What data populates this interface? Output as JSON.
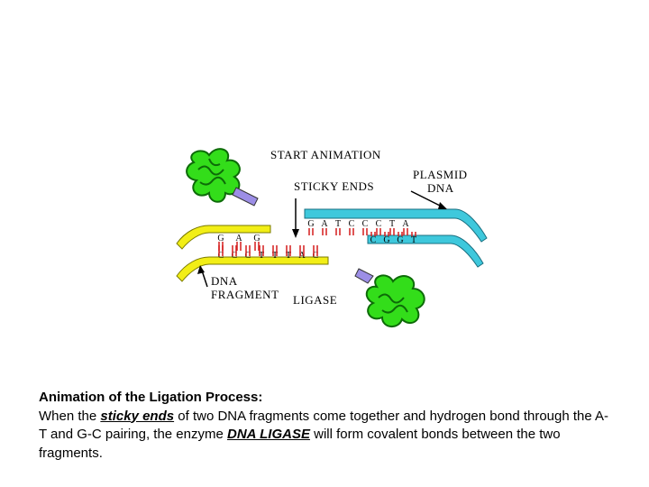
{
  "diagram": {
    "start_label": "START ANIMATION",
    "sticky_label": "STICKY ENDS",
    "plasmid_label_line1": "PLASMID",
    "plasmid_label_line2": "DNA",
    "fragment_label_line1": "DNA",
    "fragment_label_line2": "FRAGMENT",
    "ligase_label": "LIGASE",
    "plasmid_top_bases": [
      "G",
      "A",
      "T",
      "C",
      "C",
      "C",
      "T",
      "A"
    ],
    "plasmid_bottom_bases": [
      "C",
      "G",
      "G",
      "T"
    ],
    "fragment_top_bases": [
      "G",
      "A",
      "G"
    ],
    "fragment_bottom_bases": [
      "C",
      "C",
      "C",
      "T",
      "T",
      "T",
      "A",
      "C"
    ],
    "colors": {
      "plasmid": "#3ec8dc",
      "fragment": "#f2ee16",
      "enzyme": "#33dd1a",
      "bond": "#d41c1c",
      "probe": "#9c8ee6"
    }
  },
  "caption": {
    "title": "Animation of the Ligation Process:",
    "part1": " When the ",
    "sticky": "sticky ends",
    "part2": " of two DNA fragments come together and hydrogen bond through the A-T and G-C pairing, the enzyme ",
    "ligase": "DNA  LIGASE",
    "part3": " will form covalent bonds between the two fragments."
  }
}
